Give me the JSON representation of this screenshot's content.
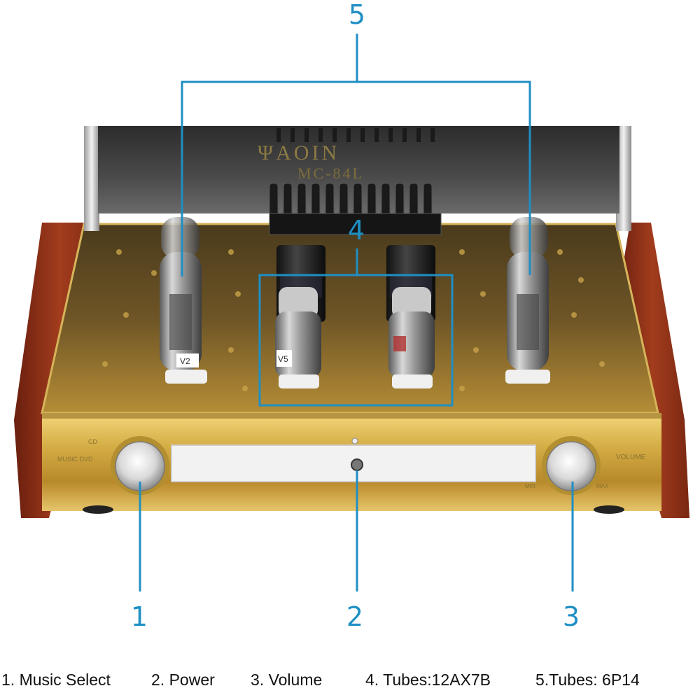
{
  "image": {
    "brand_logo": "ΨAOIN",
    "model_text": "MC-84L",
    "tube_labels": [
      "V2",
      "V5"
    ],
    "panel_labels": {
      "input_cd": "CD",
      "input_dvd": "MUSIC DVD",
      "volume": "VOLUME",
      "min": "MIN",
      "max": "MAX"
    }
  },
  "callouts": [
    {
      "number": "5",
      "target": "power tubes"
    },
    {
      "number": "4",
      "target": "preamp tubes"
    },
    {
      "number": "1",
      "target": "input selector knob"
    },
    {
      "number": "2",
      "target": "power switch"
    },
    {
      "number": "3",
      "target": "volume knob"
    }
  ],
  "legend": [
    "1. Music Select",
    "2. Power",
    "3.  Volume",
    "4.  Tubes:12AX7B",
    "5.Tubes: 6P14"
  ],
  "colors": {
    "callout": "#1f8fc4",
    "gold": "#c9a53a",
    "wood": "#8b2f18",
    "chrome": "#c8c8c8",
    "cover": "#3a3a3a"
  }
}
